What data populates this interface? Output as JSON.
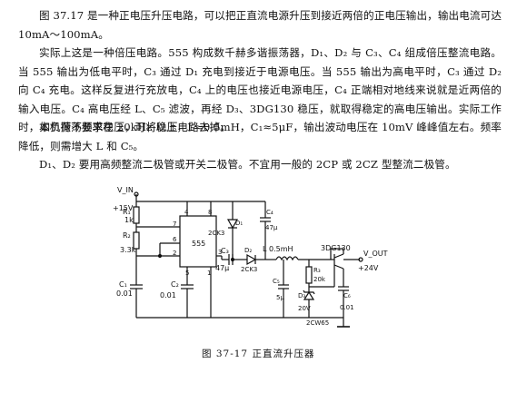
{
  "text": {
    "p1": "图 37.17 是一种正电压升压电路，可以把正直流电源升压到接近两倍的正电压输出，输出电流可达 10mA～100mA。",
    "p2": "实际上这是一种倍压电路。555 构成数千赫多谐振荡器，D₁、D₂ 与 C₃、C₄ 组成倍压整流电路。当 555 输出为低电平时，C₃ 通过 D₁ 充电到接近于电源电压。当 555 输出为高电平时，C₃ 通过 D₂ 向 C₄ 充电。这样反复进行充放电，C₄ 上的电压也接近电源电压，C₄ 正端相对地线来说就是近两倍的输入电压。C₄ 高电压经 L、C₅ 滤波，再经 D₃、3DG130 稳压，就取得稳定的高电压输出。实际工作时，如负荷不要求稳压，可将稳压电路去掉。",
    "p3": "本机振荡频率在 20kHz 以上，L≈0.5mH，C₁≈5μF，输出波动电压在 10mV 峰峰值左右。频率降低，则需增大 L 和 C₅。",
    "p4": "D₁、D₂ 要用高频整流二极管或开关二极管。不宜用一般的 2CP 或 2CZ 型整流二极管。"
  },
  "circuit": {
    "vin_label": "V_IN",
    "supply_label": "+15V",
    "ic_label": "555",
    "pins": {
      "p4": "4",
      "p8": "8",
      "p7": "7",
      "p6": "6",
      "p2": "2",
      "p5": "5",
      "p1": "1",
      "p3": "3"
    },
    "r1": "R₁",
    "r1_val": "1k",
    "r2": "R₂",
    "r2_val": "3.3k",
    "r3": "R₃",
    "r3_val": "20k",
    "c1": "C₁",
    "c1_val": "0.01",
    "c2": "C₂",
    "c2_val": "0.01",
    "c3": "C₃",
    "c3_val": "47μ",
    "c4": "C₄",
    "c4_val": "47μ",
    "c5": "C₅",
    "c5_val": "5μ",
    "c6": "C₆",
    "c6_val": "0.01",
    "d1": "D₁",
    "d1_type": "2CK3",
    "d2": "D₂",
    "d2_type": "2CK3",
    "d3": "D₃",
    "d3_val": "20V",
    "d3_type": "2CW65",
    "inductor": "L  0.5mH",
    "transistor": "3DG130",
    "vout_label": "V_OUT",
    "vout_val": "+24V"
  },
  "caption": "图 37-17    正直流升压器"
}
